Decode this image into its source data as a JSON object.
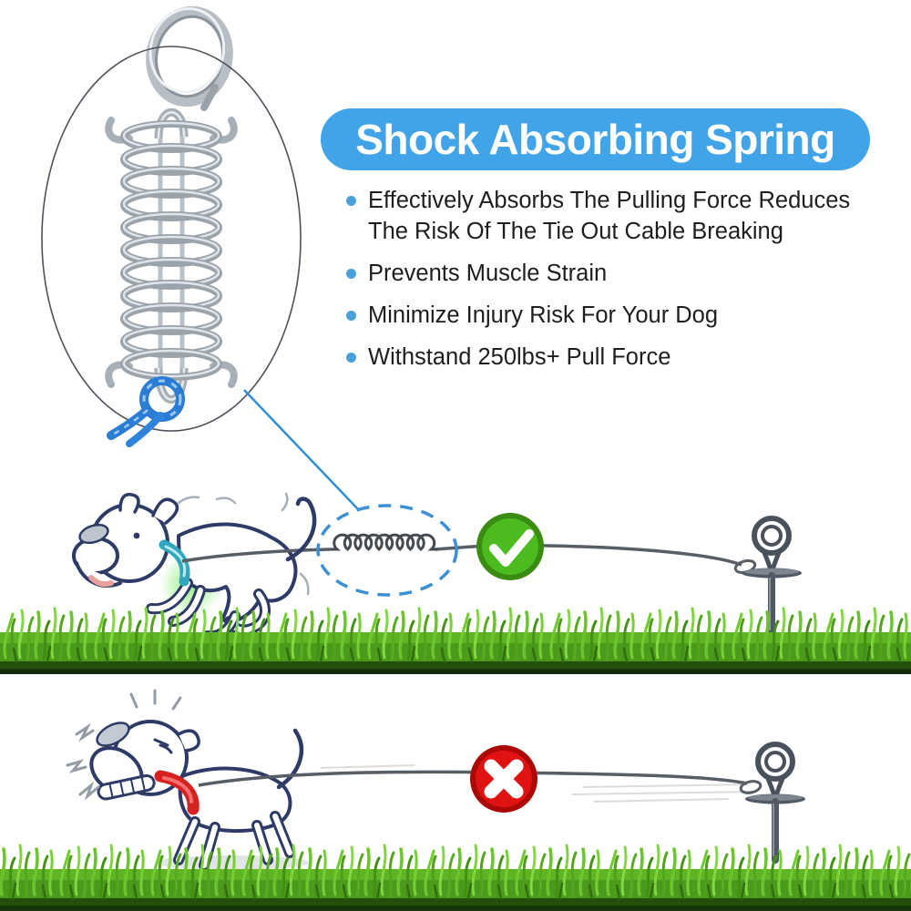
{
  "header": {
    "title": "Shock Absorbing Spring",
    "banner_color": "#41a4e9",
    "banner_style": "background:#41a4e9",
    "text_color": "#ffffff"
  },
  "features": {
    "bullet_color": "#4aa0d8",
    "dot_style": "background:#4aa0d8",
    "items": [
      "Effectively Absorbs The Pulling Force Reduces The Risk Of The Tie Out Cable Breaking",
      "Prevents Muscle Strain",
      "Minimize Injury Risk For Your Dog",
      "Withstand 250lbs+ Pull Force"
    ]
  },
  "magnifier": {
    "icons": [
      "carabiner-icon",
      "coil-spring-icon",
      "blue-cable-icon"
    ],
    "cable_color": "#2b7cd3",
    "callout_line_color": "#2f8fd6"
  },
  "scenes": {
    "with_spring": {
      "verdict_icon": "check-icon",
      "verdict_fill": "#4cbb1f",
      "verdict_ring": "#3a8c11",
      "highlight_color": "#3d8fd2",
      "collar_color": "#2fa7bd"
    },
    "without_spring": {
      "verdict_icon": "x-icon",
      "verdict_fill": "#e11212",
      "verdict_ring": "#ad0808",
      "collar_color": "#d62121"
    }
  },
  "colors": {
    "cable_gray": "#575e66",
    "dog_outline": "#2e3b66",
    "grass_green": "#5fb423"
  }
}
